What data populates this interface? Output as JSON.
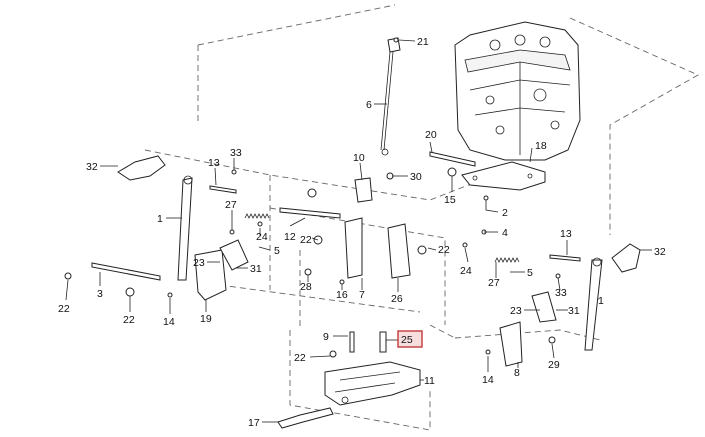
{
  "callouts": [
    {
      "id": "c21",
      "text": "21"
    },
    {
      "id": "c6",
      "text": "6"
    },
    {
      "id": "c20",
      "text": "20"
    },
    {
      "id": "c18",
      "text": "18"
    },
    {
      "id": "c32a",
      "text": "32"
    },
    {
      "id": "c13a",
      "text": "13"
    },
    {
      "id": "c33a",
      "text": "33"
    },
    {
      "id": "c10",
      "text": "10"
    },
    {
      "id": "c30",
      "text": "30"
    },
    {
      "id": "c15",
      "text": "15"
    },
    {
      "id": "c1a",
      "text": "1"
    },
    {
      "id": "c27a",
      "text": "27"
    },
    {
      "id": "c2",
      "text": "2"
    },
    {
      "id": "c24a",
      "text": "24"
    },
    {
      "id": "c4",
      "text": "4"
    },
    {
      "id": "c12",
      "text": "12"
    },
    {
      "id": "c22a",
      "text": "22"
    },
    {
      "id": "c22b",
      "text": "22"
    },
    {
      "id": "c5a",
      "text": "5"
    },
    {
      "id": "c13b",
      "text": "13"
    },
    {
      "id": "c23a",
      "text": "23"
    },
    {
      "id": "c31a",
      "text": "31"
    },
    {
      "id": "c28",
      "text": "28"
    },
    {
      "id": "c24b",
      "text": "24"
    },
    {
      "id": "c5b",
      "text": "5"
    },
    {
      "id": "c32b",
      "text": "32"
    },
    {
      "id": "c3",
      "text": "3"
    },
    {
      "id": "c16",
      "text": "16"
    },
    {
      "id": "c7",
      "text": "7"
    },
    {
      "id": "c26",
      "text": "26"
    },
    {
      "id": "c27b",
      "text": "27"
    },
    {
      "id": "c33b",
      "text": "33"
    },
    {
      "id": "c22c",
      "text": "22"
    },
    {
      "id": "c22d",
      "text": "22"
    },
    {
      "id": "c14a",
      "text": "14"
    },
    {
      "id": "c19",
      "text": "19"
    },
    {
      "id": "c23b",
      "text": "23"
    },
    {
      "id": "c31b",
      "text": "31"
    },
    {
      "id": "c1b",
      "text": "1"
    },
    {
      "id": "c9",
      "text": "9"
    },
    {
      "id": "c25",
      "text": "25"
    },
    {
      "id": "c22e",
      "text": "22"
    },
    {
      "id": "c29",
      "text": "29"
    },
    {
      "id": "c8",
      "text": "8"
    },
    {
      "id": "c14b",
      "text": "14"
    },
    {
      "id": "c11",
      "text": "11"
    },
    {
      "id": "c17",
      "text": "17"
    }
  ],
  "highlighted_callout": "25",
  "colors": {
    "highlight_fill": "#f6dede",
    "highlight_stroke": "#c43a3a",
    "line": "#222222",
    "dashed": "#666666"
  }
}
